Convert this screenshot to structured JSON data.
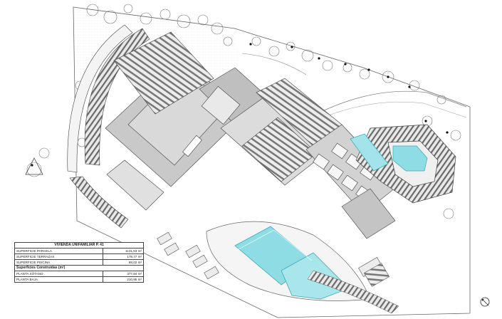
{
  "info_table": {
    "title": "VIVIENDA UNIFAMILIAR P. 41",
    "rows": [
      {
        "label": "SUPERFICIE PARCELA",
        "value": "1131,53 m²"
      },
      {
        "label": "SUPERFICIE TERRAZAS",
        "value": "178,77 m²"
      },
      {
        "label": "SUPERFICIE PISCINA",
        "value": "88,02 m²"
      }
    ],
    "section_title": "Superficies Construidas (m²)",
    "built_rows": [
      {
        "label": "PLANTA SÓTANO",
        "value": "377,84 m²"
      },
      {
        "label": "PLANTA BAJA",
        "value": "210,95 m²"
      }
    ]
  },
  "colors": {
    "line": "#555555",
    "roof_light": "#e6e6e6",
    "roof_mid": "#cfcfcf",
    "roof_dark": "#b8b8b8",
    "pool_water": "#8fdde4",
    "pool_edge": "#3aa9b5"
  },
  "symbols": {
    "north_arrow": "north-arrow-icon",
    "trees": "tree-icon"
  }
}
